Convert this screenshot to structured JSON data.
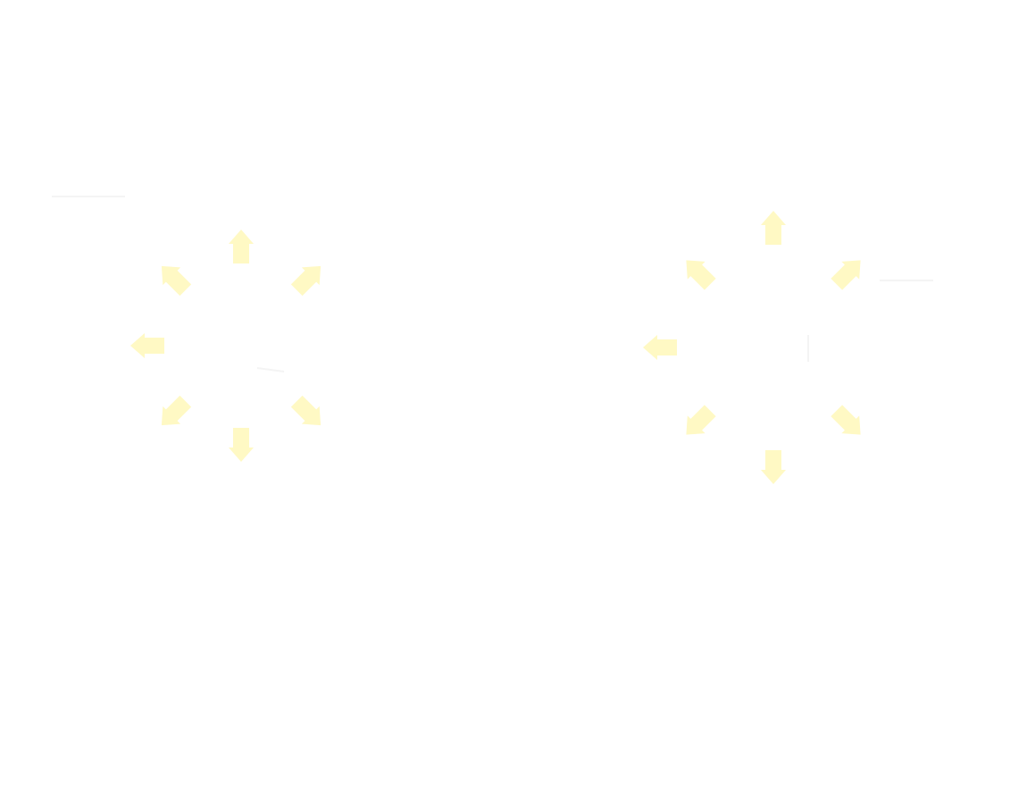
{
  "colors": {
    "background": "#ffffff",
    "arrow_fill": "#fff9c4"
  },
  "diagrams": [
    {
      "name": "left-starburst",
      "arrows": [
        {
          "direction": "up",
          "icon": "arrow-up-icon"
        },
        {
          "direction": "up-right",
          "icon": "arrow-up-right-icon"
        },
        {
          "direction": "down-right",
          "icon": "arrow-down-right-icon"
        },
        {
          "direction": "down",
          "icon": "arrow-down-icon"
        },
        {
          "direction": "down-left",
          "icon": "arrow-down-left-icon"
        },
        {
          "direction": "left",
          "icon": "arrow-left-icon"
        },
        {
          "direction": "up-left",
          "icon": "arrow-up-left-icon"
        }
      ]
    },
    {
      "name": "right-starburst",
      "arrows": [
        {
          "direction": "up",
          "icon": "arrow-up-icon"
        },
        {
          "direction": "up-right",
          "icon": "arrow-up-right-icon"
        },
        {
          "direction": "down-right",
          "icon": "arrow-down-right-icon"
        },
        {
          "direction": "down",
          "icon": "arrow-down-icon"
        },
        {
          "direction": "down-left",
          "icon": "arrow-down-left-icon"
        },
        {
          "direction": "left",
          "icon": "arrow-left-icon"
        },
        {
          "direction": "up-left",
          "icon": "arrow-up-left-icon"
        }
      ]
    }
  ]
}
